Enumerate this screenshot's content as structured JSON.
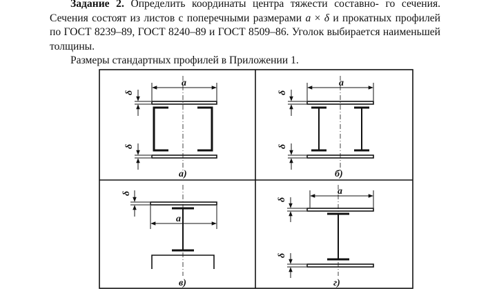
{
  "task": {
    "title": "Задание 2.",
    "line1_rest": "Определить координаты центра тяжести составно-",
    "line2": "го сечения. Сечения состоят из листов с поперечными размерами",
    "line3_a": "a",
    "line3_times": "×",
    "line3_delta": "δ",
    "line3_rest": "и прокатных профилей по ГОСТ 8239–89, ГОСТ 8240–89 и",
    "line4": "ГОСТ 8509–86. Уголок выбирается наименьшей толщины.",
    "line5": "Размеры стандартных профилей в Приложении 1."
  },
  "figure": {
    "dim_width_label": "a",
    "dim_thickness_label": "δ",
    "captions": [
      "а)",
      "б)",
      "в)",
      "г)"
    ]
  }
}
